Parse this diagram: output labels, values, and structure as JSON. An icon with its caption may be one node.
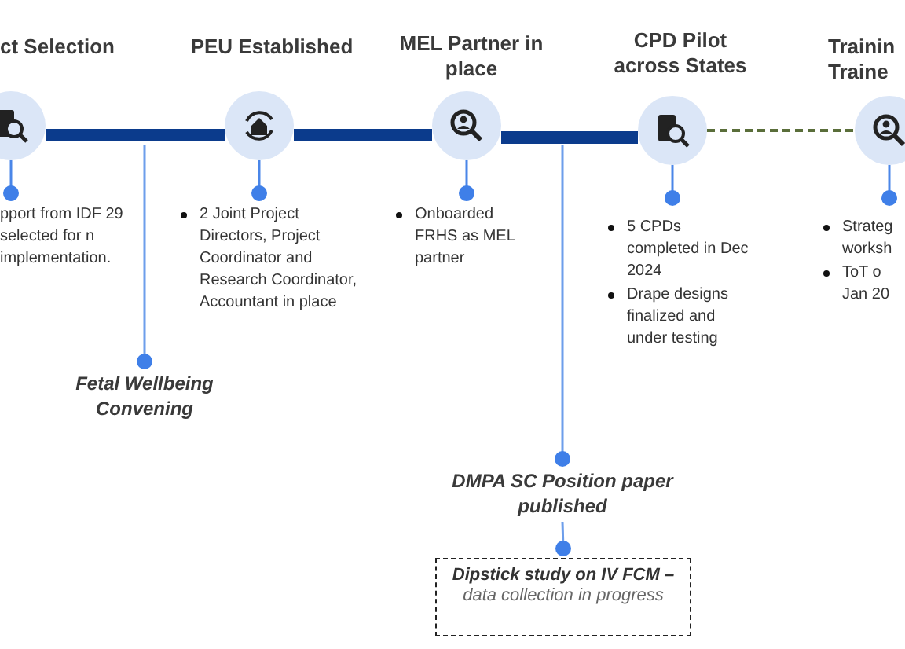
{
  "diagram": {
    "nodes": [
      {
        "text": [
          "ct Selection",
          "pport from IDF 29 selected for n implementation."
        ]
      },
      {
        "text": [
          "PEU Established",
          "2 Joint Project Directors, Project Coordinator and Research Coordinator, Accountant in place"
        ]
      },
      {
        "text": [
          "MEL Partner in place",
          "Onboarded FRHS as MEL partner"
        ]
      },
      {
        "text": [
          "CPD Pilot across States",
          "5 CPDs completed in Dec 2024",
          "Drape designs finalized and under testing"
        ]
      },
      {
        "text": [
          "Trainin Traine",
          "Strateg worksh",
          "ToT o Jan 20"
        ]
      },
      {
        "text": [
          "Fetal Wellbeing Convening"
        ]
      },
      {
        "text": [
          "DMPA SC Position paper published"
        ]
      },
      {
        "text": [
          "**Dipstick study on IV FCM –** data collection in progress"
        ]
      }
    ],
    "edges": [
      {
        "from": 0,
        "to": 1,
        "arrow": "none",
        "style": "thick",
        "color": "#0b3b8c"
      },
      {
        "from": 1,
        "to": 2,
        "arrow": "none",
        "style": "thick",
        "color": "#0b3b8c"
      },
      {
        "from": 2,
        "to": 3,
        "arrow": "none",
        "style": "thick",
        "color": "#0b3b8c"
      },
      {
        "from": 3,
        "to": 4,
        "arrow": "none",
        "style": "dashed",
        "color": "#5a6e3a"
      },
      {
        "from": null,
        "to": 5,
        "arrow": "other",
        "color": "#6d9eeb"
      },
      {
        "from": null,
        "to": 6,
        "arrow": "other",
        "color": "#6d9eeb"
      },
      {
        "from": 6,
        "to": 7,
        "arrow": "other",
        "color": "#6d9eeb"
      }
    ]
  }
}
